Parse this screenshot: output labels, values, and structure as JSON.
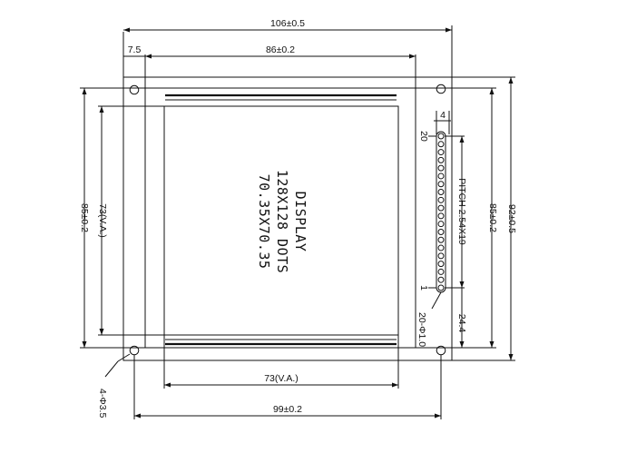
{
  "display": {
    "line1": "DISPLAY",
    "line2": "128X128 DOTS",
    "line3": "70.35X70.35"
  },
  "dimensions": {
    "overall_width": "106±0.5",
    "inner_width": "86±0.2",
    "hole_offset": "7.5",
    "va_width": "73(V.A.)",
    "hole_pitch_width": "99±0.2",
    "left_height": "85±0.2",
    "va_height": "73(V.A.)",
    "right_height": "85±0.2",
    "overall_height": "92±0.5",
    "pin_offset": "4",
    "pin_pitch": "PITCH 2.54X19",
    "pin_bottom": "24.4",
    "pin_holes": "20-Φ1.0",
    "mount_holes": "4-Φ3.5"
  },
  "pins": {
    "first": "1",
    "last": "20"
  }
}
